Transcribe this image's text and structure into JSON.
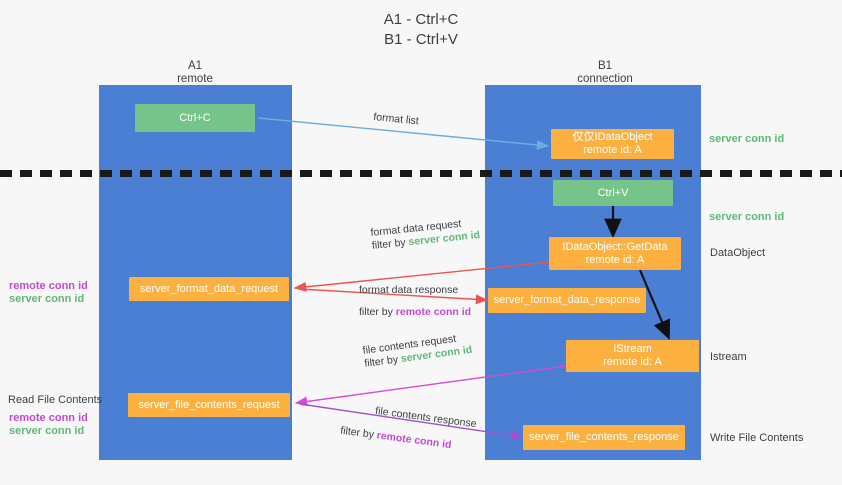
{
  "title": {
    "line1": "A1 - Ctrl+C",
    "line2": "B1 - Ctrl+V"
  },
  "columns": [
    {
      "name": "A1",
      "sub": "remote"
    },
    {
      "name": "B1",
      "sub": "connection"
    }
  ],
  "colors": {
    "lane": "#4a7fd4",
    "green_box": "#77c48a",
    "orange_box": "#fbb040",
    "server_conn_id": "#5fb878",
    "remote_conn_id": "#c44ad0",
    "arrow_blue": "#6aaee0",
    "arrow_red": "#ef5350",
    "arrow_magenta": "#d64ad6",
    "arrow_purple": "#a14fd0",
    "arrow_black": "#111111",
    "dashed_line": "#1a1a1a"
  },
  "nodes": {
    "ctrl_c": {
      "label": "Ctrl+C"
    },
    "ctrl_v": {
      "label": "Ctrl+V"
    },
    "idataobject": {
      "line1": "仅仅IDataObject",
      "line2": "remote id: A"
    },
    "getdata": {
      "line1": "IDataObject::GetData",
      "line2": "remote id: A"
    },
    "istream": {
      "line1": "IStream",
      "line2": "remote id: A"
    },
    "server_format_data_request": {
      "label": "server_format_data_request"
    },
    "server_format_data_response": {
      "label": "server_format_data_response"
    },
    "server_file_contents_request": {
      "label": "server_file_contents_request"
    },
    "server_file_contents_response": {
      "label": "server_file_contents_response"
    }
  },
  "edges": {
    "format_list": {
      "label": "format list"
    },
    "format_data_request": {
      "line1": "format data request",
      "filter_prefix": "filter by ",
      "filter_value": "server conn id"
    },
    "format_data_response": {
      "line1": "format data response",
      "filter_prefix": "filter by ",
      "filter_value": "remote conn id"
    },
    "file_contents_request": {
      "line1": "file contents request",
      "filter_prefix": "filter by ",
      "filter_value": "server conn id"
    },
    "file_contents_response": {
      "line1": "file contents response",
      "filter_prefix": "filter by ",
      "filter_value": "remote conn id"
    }
  },
  "right_labels": {
    "server_conn_id_top": "server conn id",
    "server_conn_id_mid": "server conn id",
    "dataobject": "DataObject",
    "istream": "Istream",
    "write_file_contents": "Write File Contents"
  },
  "left_labels": {
    "remote_conn_id_1": "remote conn id",
    "server_conn_id_1": "server conn id",
    "read_file_contents": "Read File Contents",
    "remote_conn_id_2": "remote conn id",
    "server_conn_id_2": "server conn id"
  }
}
